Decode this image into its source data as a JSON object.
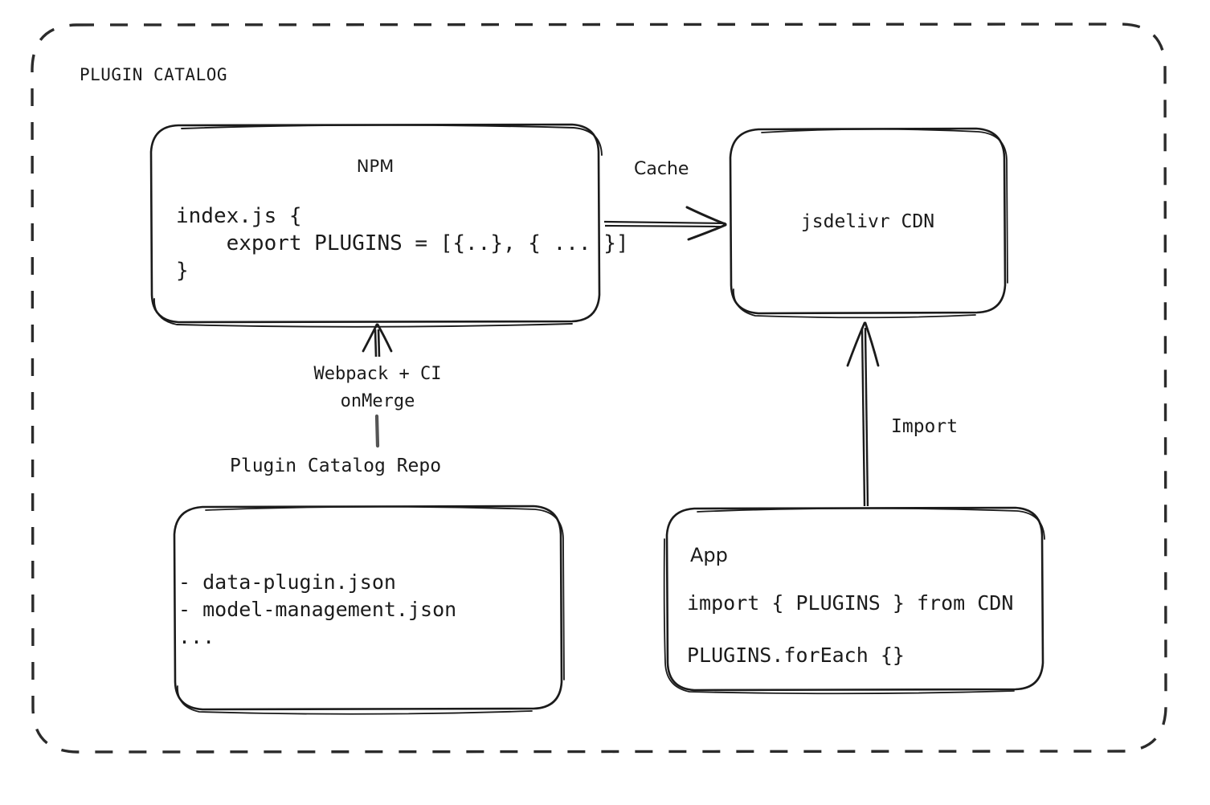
{
  "diagram": {
    "group_title": "PLUGIN CATALOG",
    "stroke_color": "#1b1b1b",
    "background_color": "#ffffff"
  },
  "nodes": {
    "npm": {
      "title": "NPM",
      "code": "index.js {\n    export PLUGINS = [{..}, { ... }]\n}"
    },
    "cdn": {
      "title": "jsdelivr CDN"
    },
    "repo": {
      "caption": "Plugin Catalog Repo",
      "files": "- data-plugin.json\n- model-management.json\n..."
    },
    "app": {
      "title": "App",
      "code_line_1": "import { PLUGINS } from CDN",
      "code_line_2": "PLUGINS.forEach {}"
    }
  },
  "edges": {
    "npm_to_cdn": {
      "label": "Cache"
    },
    "repo_to_npm": {
      "label": "Webpack + CI\nonMerge"
    },
    "app_to_cdn": {
      "label": "Import"
    }
  }
}
